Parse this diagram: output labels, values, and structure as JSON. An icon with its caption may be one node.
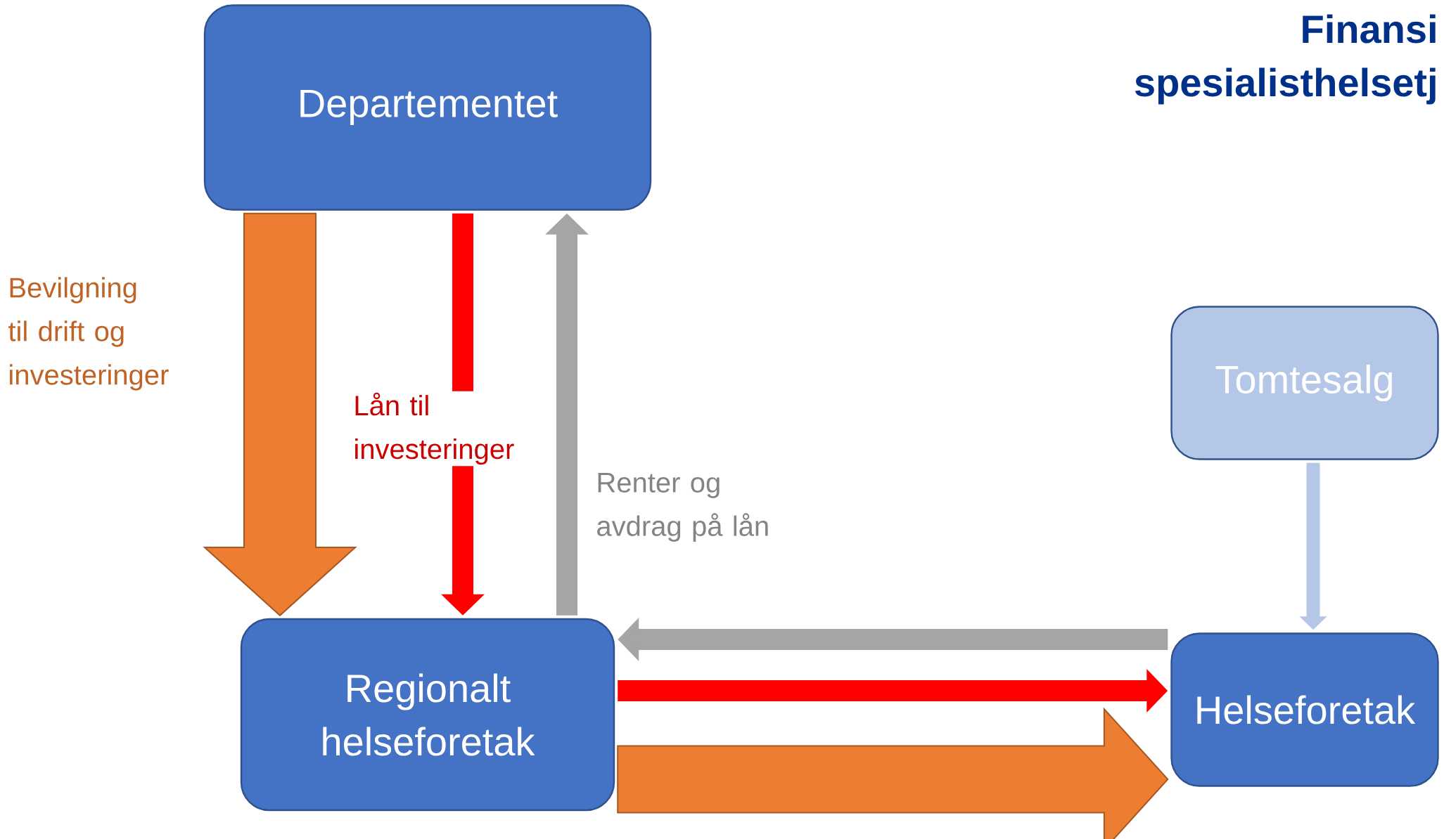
{
  "diagram": {
    "title": "Finansi spesialisthelsetj",
    "nodes": [
      {
        "text": [
          "Departementet"
        ]
      },
      {
        "text": [
          "Regionalt helseforetak"
        ]
      },
      {
        "text": [
          "Tomtesalg"
        ]
      },
      {
        "text": [
          "Helseforetak"
        ]
      }
    ],
    "edges": [
      {
        "from": 0,
        "to": 1,
        "arrow": "to",
        "style": "thick",
        "color": "#ed7d31",
        "label": "Bevilgning til drift og investeringer"
      },
      {
        "from": 0,
        "to": 1,
        "arrow": "to",
        "color": "#ff0000",
        "label": "Lån til investeringer"
      },
      {
        "from": 1,
        "to": 0,
        "arrow": "to",
        "color": "#a5a5a5",
        "label": "Renter og avdrag på lån"
      },
      {
        "from": 3,
        "to": 1,
        "arrow": "to",
        "color": "#a5a5a5"
      },
      {
        "from": 1,
        "to": 3,
        "arrow": "to",
        "color": "#ff0000"
      },
      {
        "from": 1,
        "to": 3,
        "arrow": "to",
        "style": "thick",
        "color": "#ed7d31"
      },
      {
        "from": 2,
        "to": 3,
        "arrow": "to",
        "color": "#b4c7e7"
      }
    ]
  }
}
